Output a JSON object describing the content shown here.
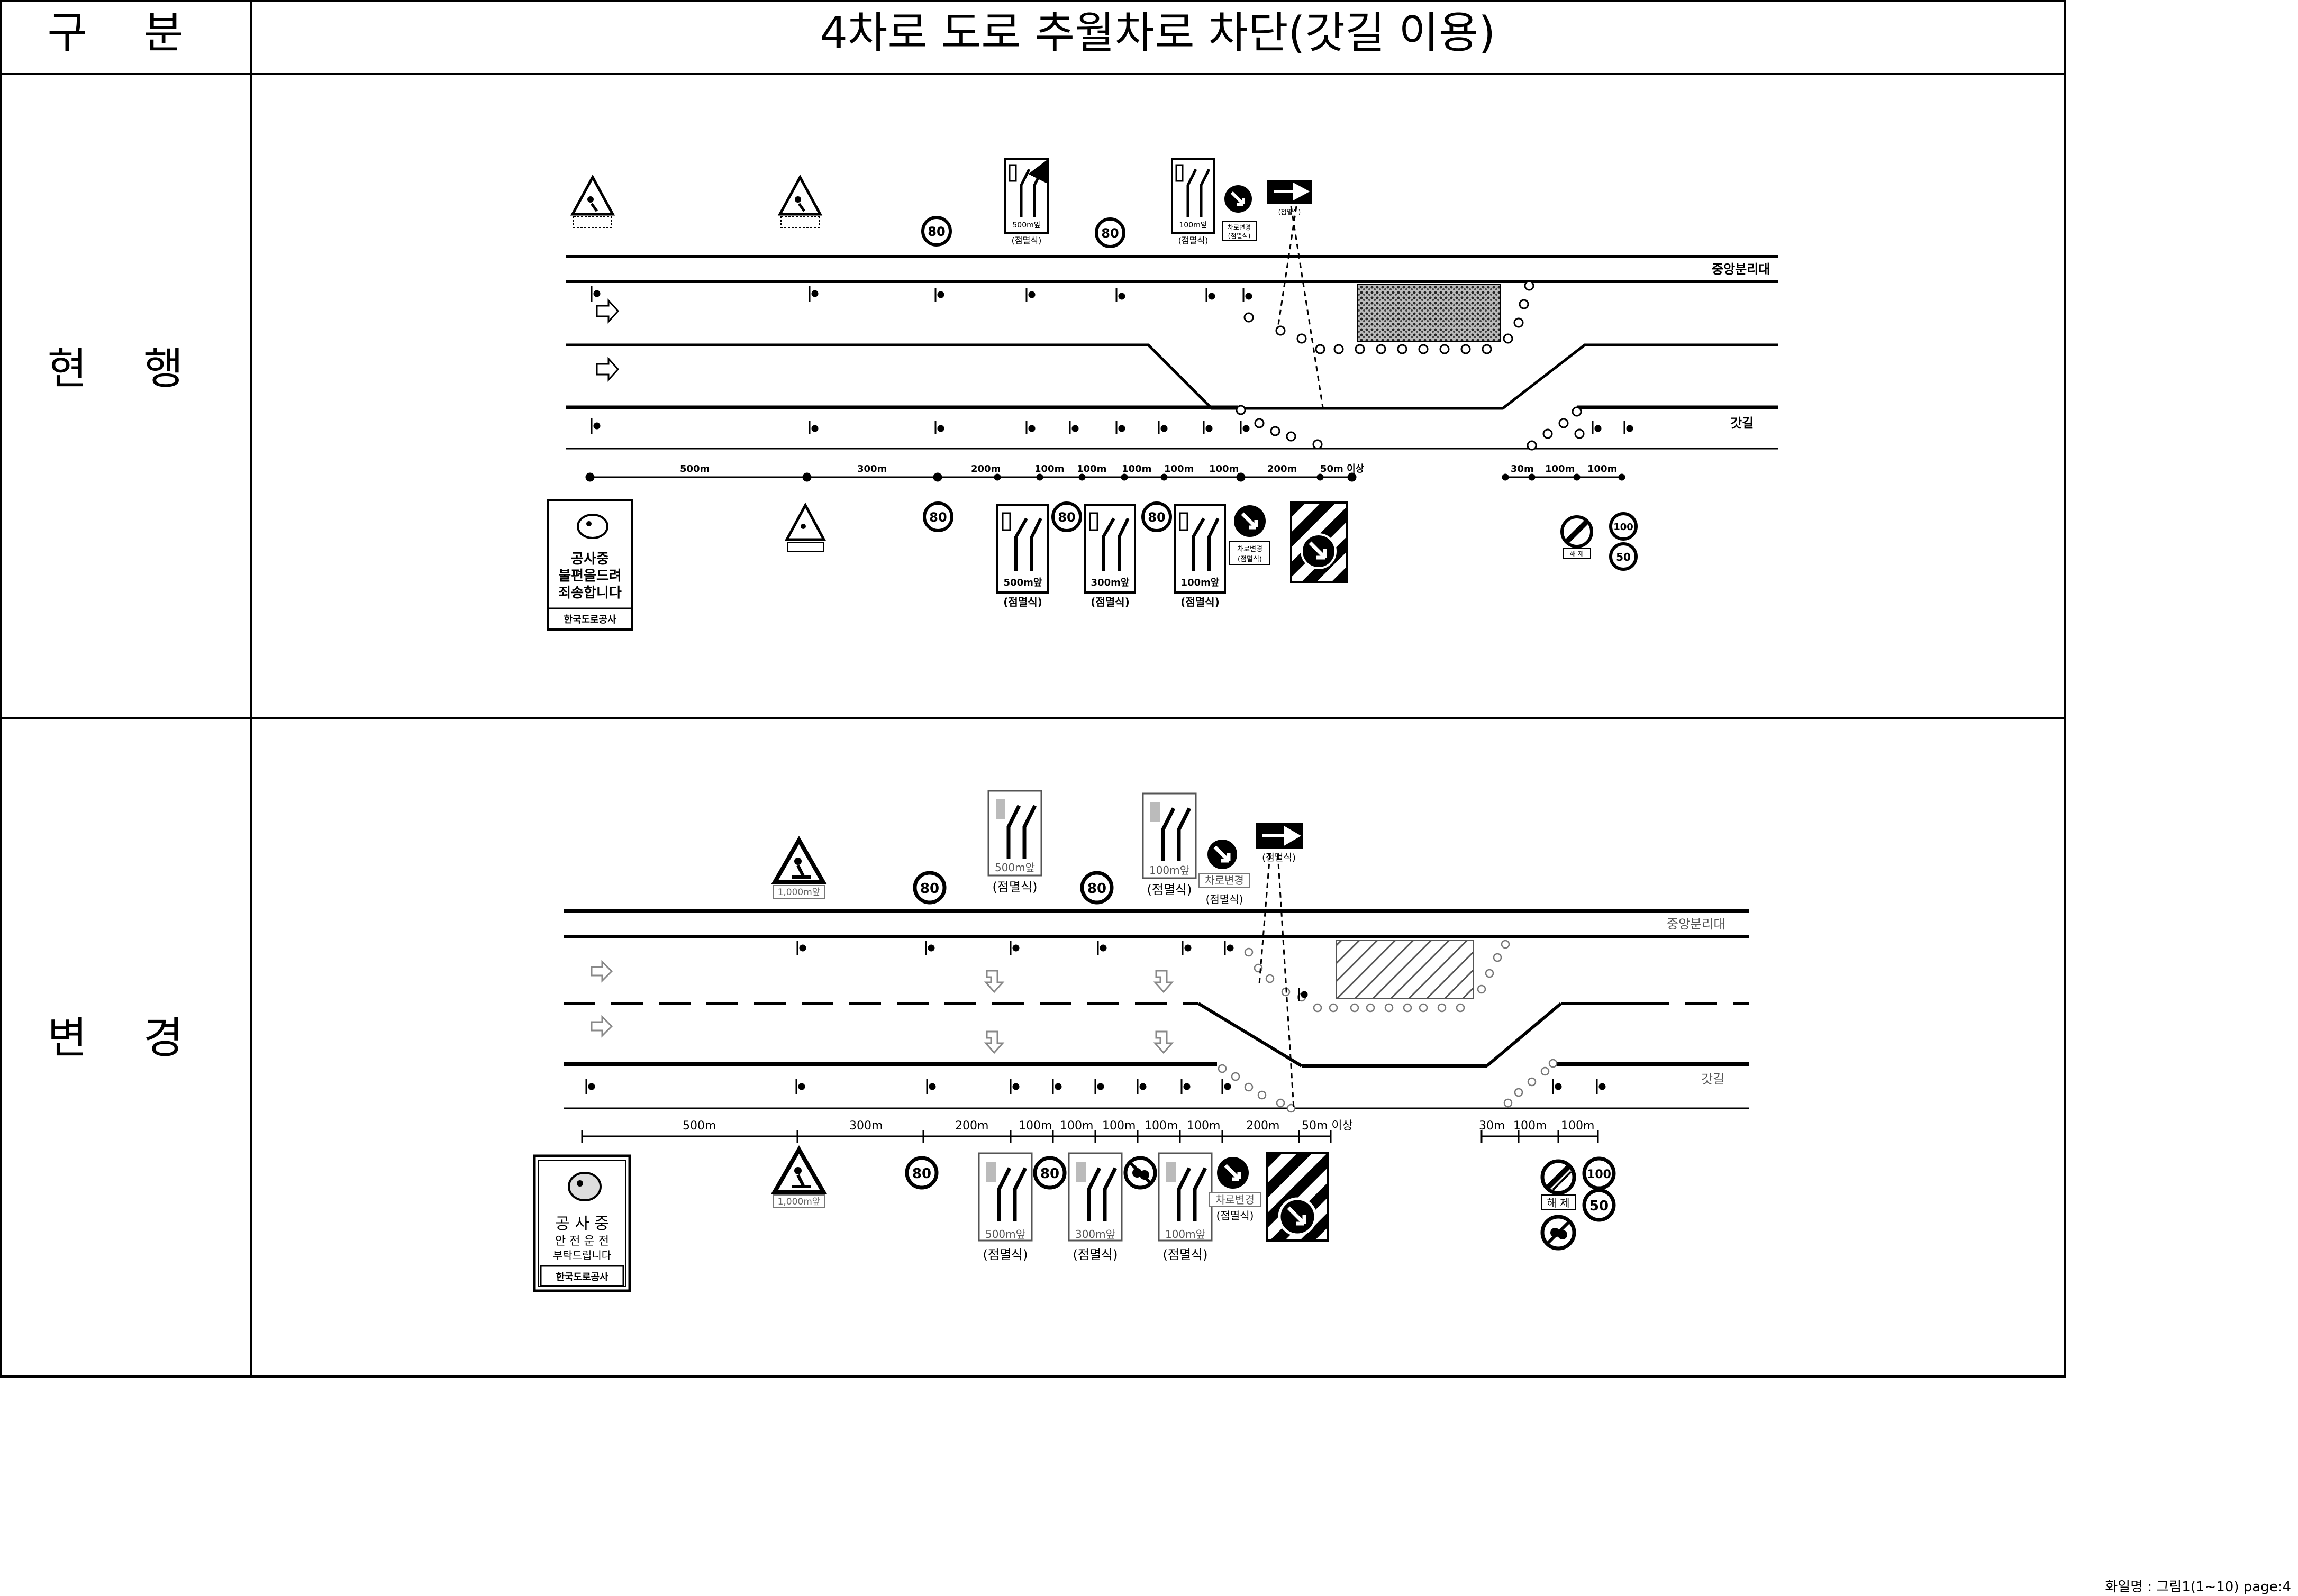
{
  "table": {
    "header_left": "구 분",
    "header_title": "4차로 도로 추월차로 차단(갓길 이용)",
    "row1_label": "현 행",
    "row2_label": "변 경"
  },
  "footer": "화일명 : 그림1(1~10) page:4",
  "labels": {
    "median": "중앙분리대",
    "shoulder": "갓길",
    "d500": "500m",
    "d300": "300m",
    "d200": "200m",
    "d100": "100m",
    "d50": "50m 이상",
    "d30": "30m",
    "flash": "(점멸식)",
    "lane_change": "차로변경",
    "ahead1000": "1,000m앞",
    "ahead500": "500m앞",
    "ahead300": "300m앞",
    "ahead100": "100m앞",
    "speed80": "80",
    "speed100": "100",
    "speed50": "50",
    "release": "해 제",
    "row1_board": [
      "공사중",
      "불편을드려",
      "죄송합니다",
      "한국도로공사"
    ],
    "row2_board": [
      "공 사 중",
      "안 전 운 전",
      "부탁드립니다",
      "한국도로공사"
    ]
  }
}
